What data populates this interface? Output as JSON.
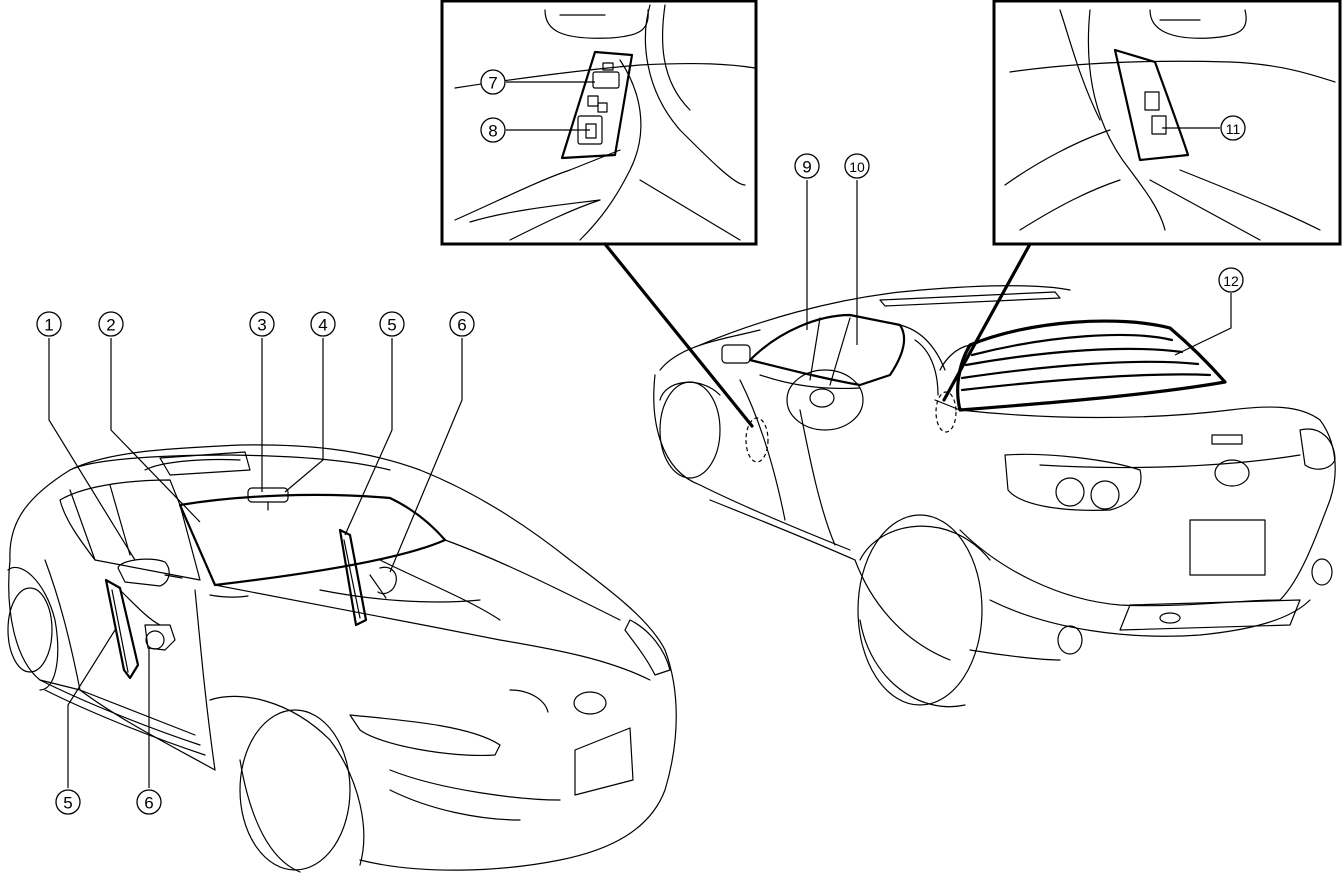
{
  "callouts": [
    {
      "id": "c1",
      "label": "1"
    },
    {
      "id": "c2",
      "label": "2"
    },
    {
      "id": "c3",
      "label": "3"
    },
    {
      "id": "c4",
      "label": "4"
    },
    {
      "id": "c5a",
      "label": "5"
    },
    {
      "id": "c6a",
      "label": "6"
    },
    {
      "id": "c5b",
      "label": "5"
    },
    {
      "id": "c6b",
      "label": "6"
    },
    {
      "id": "c7",
      "label": "7"
    },
    {
      "id": "c8",
      "label": "8"
    },
    {
      "id": "c9",
      "label": "9"
    },
    {
      "id": "c10",
      "label": "10"
    },
    {
      "id": "c11",
      "label": "11"
    },
    {
      "id": "c12",
      "label": "12"
    }
  ]
}
